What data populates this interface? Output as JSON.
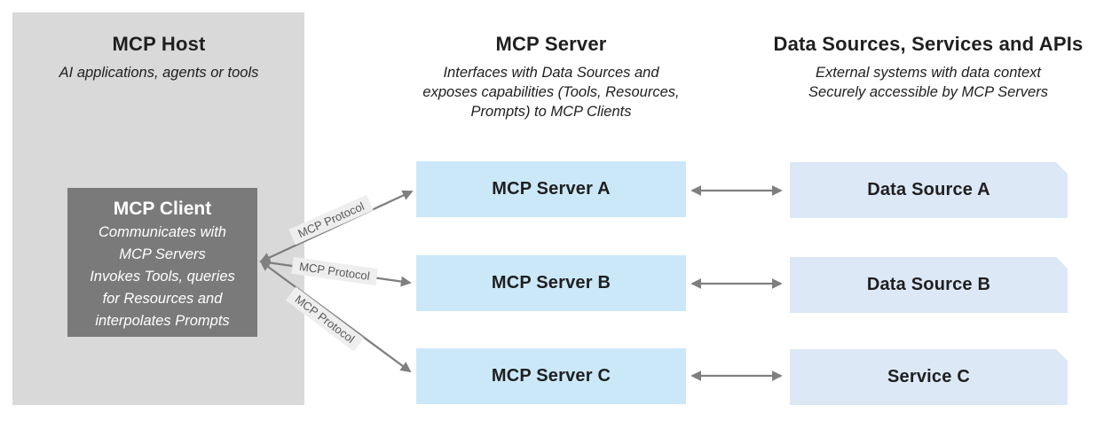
{
  "diagram": {
    "host": {
      "title": "MCP Host",
      "subtitle": "AI applications, agents or tools",
      "client": {
        "title": "MCP Client",
        "description_lines": [
          "Communicates with",
          "MCP Servers",
          "Invokes Tools, queries",
          "for Resources and",
          "interpolates Prompts"
        ]
      }
    },
    "server_column": {
      "title": "MCP Server",
      "subtitle_lines": [
        "Interfaces with Data Sources and",
        "exposes capabilities (Tools, Resources,",
        "Prompts) to MCP Clients"
      ],
      "boxes": [
        {
          "label": "MCP Server A"
        },
        {
          "label": "MCP Server B"
        },
        {
          "label": "MCP Server C"
        }
      ]
    },
    "sources_column": {
      "title": "Data Sources, Services and APIs",
      "subtitle_lines": [
        "External systems with data context",
        "Securely accessible by MCP Servers"
      ],
      "boxes": [
        {
          "label": "Data Source A"
        },
        {
          "label": "Data Source B"
        },
        {
          "label": "Service C"
        }
      ]
    },
    "protocol_labels": [
      "MCP Protocol",
      "MCP Protocol",
      "MCP Protocol"
    ],
    "colors": {
      "host_bg": "#d9d9d9",
      "client_bg": "#7a7a7a",
      "server_box_bg": "#cbe8f9",
      "source_box_bg": "#dce8f6",
      "arrow": "#7f7f7f",
      "protocol_label_bg": "#eeeeee",
      "protocol_label_text": "#595959"
    }
  }
}
